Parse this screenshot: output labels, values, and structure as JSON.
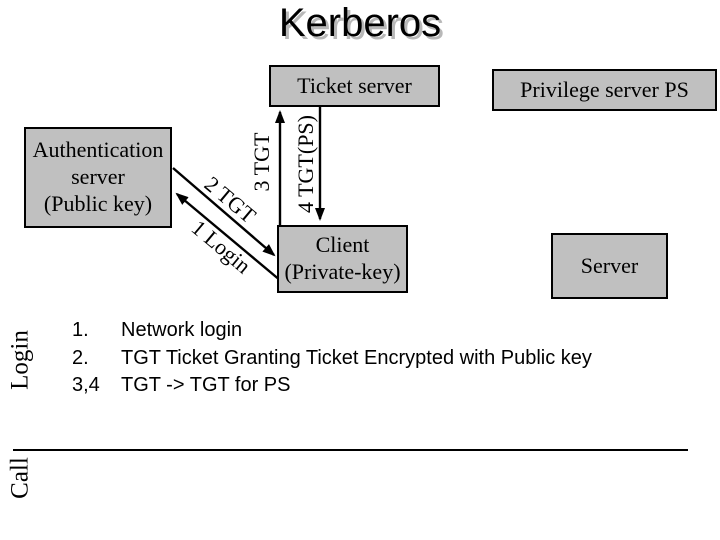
{
  "title": "Kerberos",
  "colors": {
    "background": "#ffffff",
    "box_fill": "#c0c0c0",
    "box_border": "#000000",
    "text": "#000000",
    "title_shadow": "#b8b8b8"
  },
  "diagram": {
    "boxes": {
      "auth_server": "Authentication\nserver\n(Public key)",
      "ticket_server": "Ticket server",
      "privilege_server": "Privilege server PS",
      "client": "Client\n(Private-key)",
      "server": "Server"
    },
    "arrows": {
      "login1": "1 Login",
      "tgt2": "2 TGT",
      "tgt3": "3 TGT",
      "tgt4": "4 TGT(PS)"
    }
  },
  "side_labels": {
    "login": "Login",
    "call": "Call"
  },
  "legend": {
    "items": [
      {
        "num": "1.",
        "text": "Network login"
      },
      {
        "num": "2.",
        "text": "TGT Ticket Granting Ticket Encrypted with Public key"
      },
      {
        "num": "3,4",
        "text": "TGT -> TGT for PS"
      }
    ]
  }
}
